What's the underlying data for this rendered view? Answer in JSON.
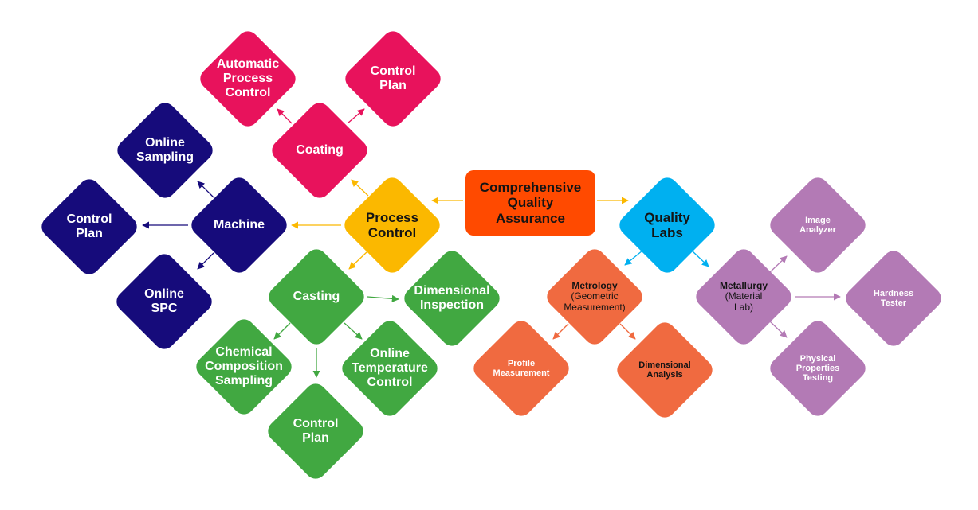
{
  "nodes": {
    "center": [
      "Comprehensive",
      "Quality",
      "Assurance"
    ],
    "process_control": [
      "Process",
      "Control"
    ],
    "quality_labs": [
      "Quality",
      "Labs"
    ],
    "coating": [
      "Coating"
    ],
    "automatic_process_control": [
      "Automatic",
      "Process",
      "Control"
    ],
    "coating_control_plan": [
      "Control",
      "Plan"
    ],
    "machine": [
      "Machine"
    ],
    "online_sampling": [
      "Online",
      "Sampling"
    ],
    "machine_control_plan": [
      "Control",
      "Plan"
    ],
    "online_spc": [
      "Online",
      "SPC"
    ],
    "casting": [
      "Casting"
    ],
    "dimensional_inspection": [
      "Dimensional",
      "Inspection"
    ],
    "chemical_composition_sampling": [
      "Chemical",
      "Composition",
      "Sampling"
    ],
    "online_temperature_control": [
      "Online",
      "Temperature",
      "Control"
    ],
    "casting_control_plan": [
      "Control",
      "Plan"
    ],
    "metrology": [
      "Metrology",
      "(Geometric",
      "Measurement)"
    ],
    "profile_measurement": [
      "Profile",
      "Measurement"
    ],
    "dimensional_analysis": [
      "Dimensional",
      "Analysis"
    ],
    "metallurgy": [
      "Metallurgy",
      "(Material",
      "Lab)"
    ],
    "image_analyzer": [
      "Image",
      "Analyzer"
    ],
    "hardness_tester": [
      "Hardness",
      "Tester"
    ],
    "physical_properties_testing": [
      "Physical",
      "Properties",
      "Testing"
    ]
  },
  "colors": {
    "center": "#ff4a00",
    "process_control": "#fbb800",
    "quality_labs": "#00b0f0",
    "coating": "#e8125c",
    "machine": "#160b7b",
    "casting": "#41a841",
    "metrology": "#f06a40",
    "metallurgy": "#b37ab5"
  }
}
